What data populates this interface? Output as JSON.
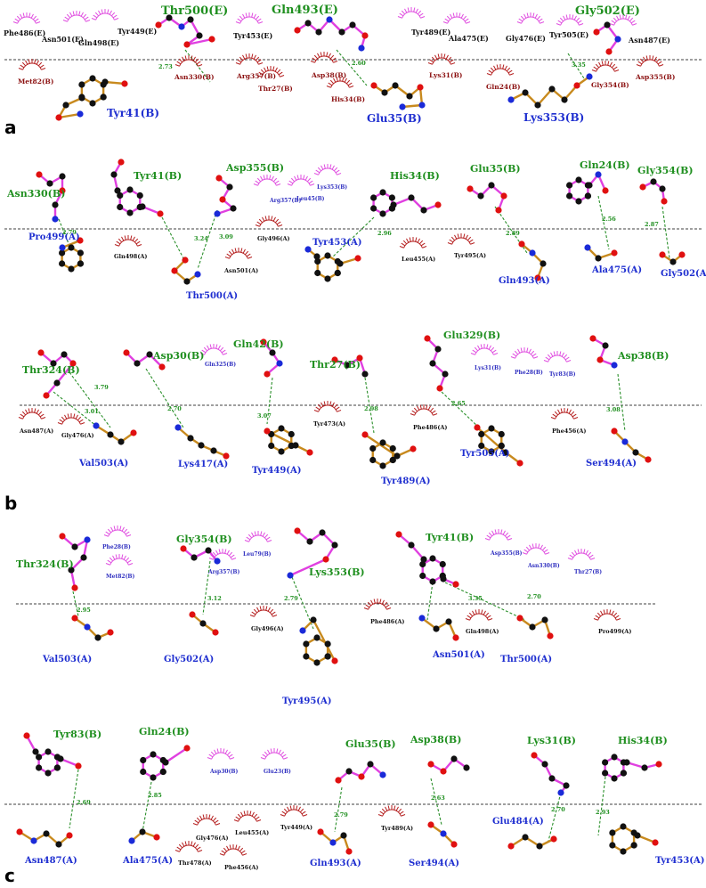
{
  "panels": {
    "a": "a",
    "b": "b",
    "c": "c"
  },
  "colors": {
    "ligand_bond": "#e040e0",
    "receptor_bond": "#c88a1e",
    "hbond": "#2a8f2a",
    "carbon": "#111111",
    "oxygen": "#e01010",
    "nitrogen": "#1a2ad8",
    "hydrophobic_A": "#b52020",
    "hydrophobic_B": "#e050e0"
  },
  "panel_a": {
    "top_hbond": [
      "Thr500(E)",
      "Gln493(E)",
      "Gly502(E)"
    ],
    "top_hydro": [
      "Phe486(E)",
      "Asn501(E)",
      "Tyr449(E)",
      "Gln498(E)",
      "Tyr453(E)",
      "Tyr489(E)",
      "Ala475(E)",
      "Gly476(E)",
      "Tyr505(E)",
      "Asn487(E)"
    ],
    "bottom_hbond": [
      "Tyr41(B)",
      "Glu35(B)",
      "Lys353(B)"
    ],
    "bottom_hydro": [
      "Met82(B)",
      "Asn330(B)",
      "Arg357(B)",
      "Thr27(B)",
      "Asp38(B)",
      "His34(B)",
      "Lys31(B)",
      "Gln24(B)",
      "Gly354(B)",
      "Asp355(B)"
    ],
    "distances": [
      "2.73",
      "2.60",
      "3.35"
    ]
  },
  "panel_b1": {
    "top_hbond": [
      "Asn330(B)",
      "Tyr41(B)",
      "Asp355(B)",
      "His34(B)",
      "Glu35(B)",
      "Gln24(B)",
      "Gly354(B)"
    ],
    "top_hydro": [
      "Arg357(B)",
      "Leu45(B)",
      "Lys353(B)"
    ],
    "bottom_hbond": [
      "Pro499(A)",
      "Thr500(A)",
      "Tyr453(A)",
      "Gln493(A)",
      "Ala475(A)",
      "Gly502(A"
    ],
    "bottom_hydro": [
      "Gln498(A)",
      "Asn501(A)",
      "Gly496(A)",
      "Leu455(A)",
      "Tyr495(A)"
    ],
    "distances": [
      "2.79",
      "3.24",
      "3.09",
      "2.96",
      "2.89",
      "2.56",
      "2.87"
    ]
  },
  "panel_b2": {
    "top_hbond": [
      "Thr324(B)",
      "Asp30(B)",
      "Gln42(B)",
      "Thr27(B)",
      "Glu329(B)",
      "Asp38(B)"
    ],
    "top_hydro": [
      "Gln325(B)",
      "Lys31(B)",
      "Phe28(B)",
      "Tyr83(B)"
    ],
    "bottom_hbond": [
      "Val503(A)",
      "Lys417(A)",
      "Tyr449(A)",
      "Tyr489(A)",
      "Tyr505(A)",
      "Ser494(A)"
    ],
    "bottom_hydro": [
      "Asn487(A)",
      "Gly476(A)",
      "Tyr473(A)",
      "Phe486(A)",
      "Phe456(A)"
    ],
    "distances": [
      "3.79",
      "3.01",
      "2.70",
      "3.07",
      "2.98",
      "2.65",
      "3.08"
    ]
  },
  "panel_b3": {
    "top_hbond": [
      "Thr324(B)",
      "Gly354(B)",
      "Lys353(B)",
      "Tyr41(B)"
    ],
    "top_hydro": [
      "Phe28(B)",
      "Met82(B)",
      "Arg357(B)",
      "Leu79(B)",
      "Asp355(B)",
      "Asn330(B)",
      "Thr27(B)"
    ],
    "bottom_hbond": [
      "Val503(A)",
      "Gly502(A)",
      "Tyr495(A)",
      "Asn501(A)",
      "Thr500(A)"
    ],
    "bottom_hydro": [
      "Gly496(A)",
      "Phe486(A)",
      "Gln498(A)",
      "Pro499(A)"
    ],
    "distances": [
      "2.95",
      "3.12",
      "2.79",
      "3.35",
      "2.70"
    ]
  },
  "panel_c": {
    "top_hbond": [
      "Tyr83(B)",
      "Gln24(B)",
      "Glu35(B)",
      "Asp38(B)",
      "Lys31(B)",
      "His34(B)"
    ],
    "top_hydro": [
      "Asp30(B)",
      "Glu23(B)"
    ],
    "bottom_hbond": [
      "Asn487(A)",
      "Ala475(A)",
      "Gln493(A)",
      "Ser494(A)",
      "Glu484(A)",
      "Tyr453(A)"
    ],
    "bottom_hydro": [
      "Gly476(A)",
      "Leu455(A)",
      "Tyr449(A)",
      "Tyr489(A)",
      "Thr478(A)",
      "Phe456(A)"
    ],
    "distances": [
      "2.69",
      "2.85",
      "2.79",
      "2.63",
      "2.70",
      "2.93"
    ]
  }
}
